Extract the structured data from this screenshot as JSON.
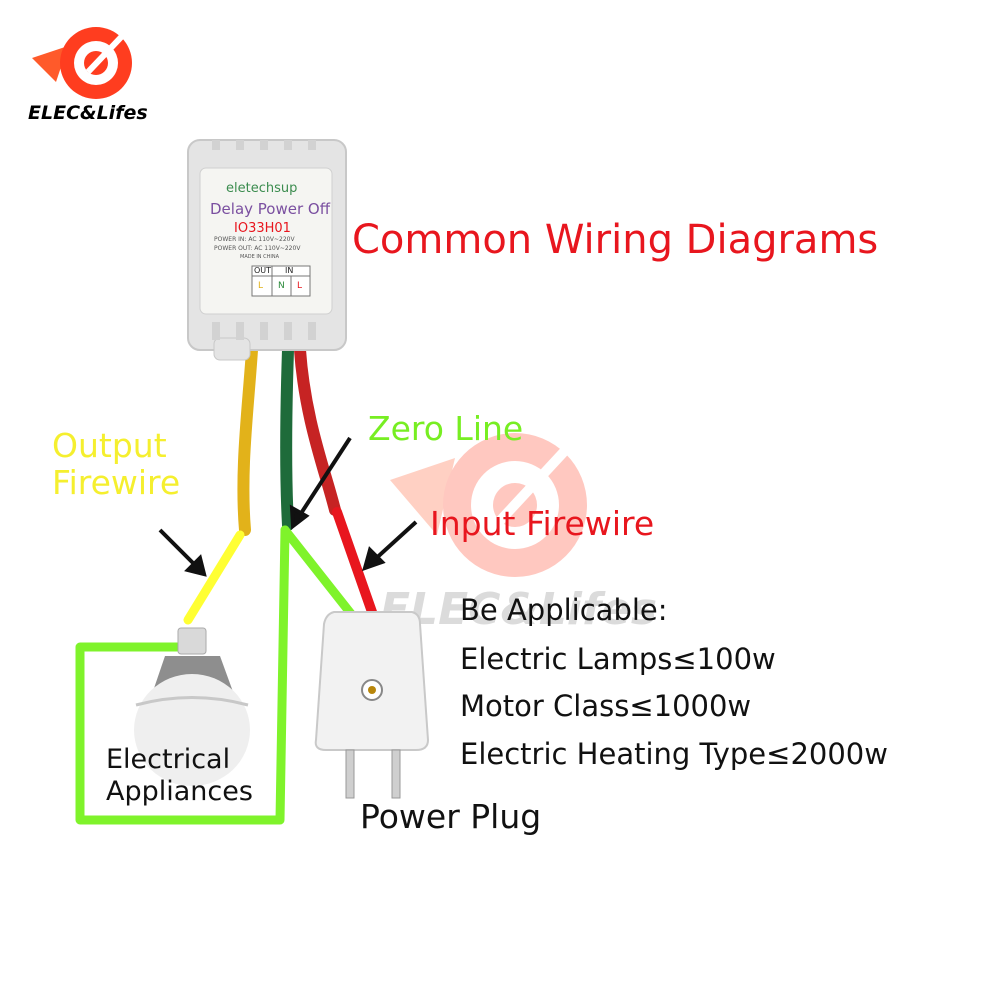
{
  "brand": {
    "name": "ELEC&Lifes",
    "logo_color": "#ff3d1f"
  },
  "device": {
    "brand": "eletechsup",
    "product": "Delay Power Off",
    "model": "IO33H01",
    "power_in": "POWER IN: AC 110V~220V",
    "power_out": "POWER OUT: AC 110V~220V",
    "made_in": "MADE IN CHINA",
    "terminals": {
      "out_header": "OUT",
      "in_header": "IN",
      "t1": "L",
      "t2": "N",
      "t3": "L"
    }
  },
  "title": "Common Wiring Diagrams",
  "labels": {
    "output_firewire": "Output Firewire",
    "zero_line": "Zero Line",
    "input_firewire": "Input Firewire",
    "electrical_appliances": "Electrical Appliances",
    "power_plug": "Power Plug"
  },
  "applicable": {
    "heading": "Be Applicable:",
    "items": [
      "Electric Lamps≤100w",
      "Motor Class≤1000w",
      "Electric Heating Type≤2000w"
    ]
  },
  "watermark": "ELEC&Lifes",
  "colors": {
    "title": "#e8161e",
    "output": "#ffff33",
    "zero": "#77ee22",
    "input": "#e8161e",
    "text": "#111111",
    "wire_yellow": "#e2b21a",
    "wire_green": "#1e6b3a",
    "wire_red": "#c62323",
    "loop_green": "#7ff32b"
  }
}
